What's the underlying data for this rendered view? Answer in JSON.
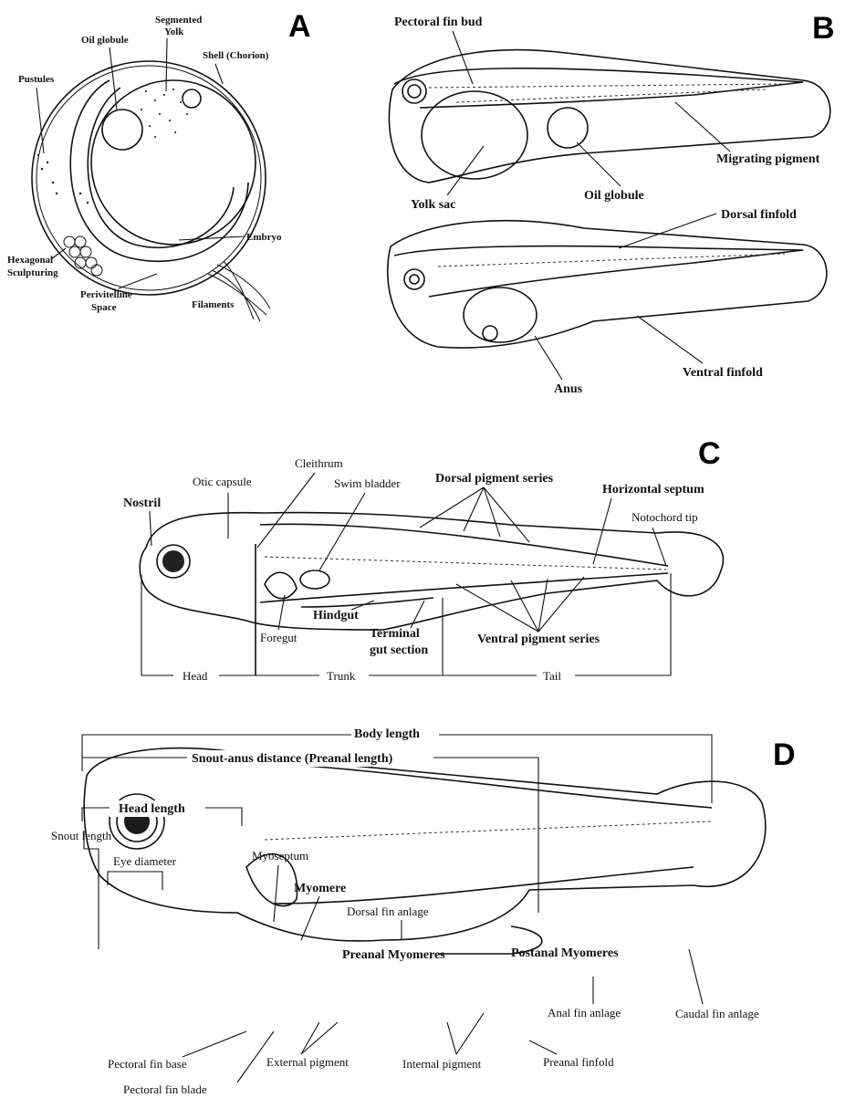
{
  "panels": [
    "A",
    "B",
    "C",
    "D"
  ],
  "panel_a": {
    "oil_globule": "Oil globule",
    "segmented_yolk_1": "Segmented",
    "segmented_yolk_2": "Yolk",
    "shell": "Shell (Chorion)",
    "pustules": "Pustules",
    "embryo": "Embryo",
    "hexagonal_1": "Hexagonal",
    "hexagonal_2": "Sculpturing",
    "perivitelline_1": "Perivitelline",
    "perivitelline_2": "Space",
    "filaments": "Filaments"
  },
  "panel_b": {
    "pectoral_fin_bud": "Pectoral fin bud",
    "migrating_pigment": "Migrating pigment",
    "yolk_sac": "Yolk sac",
    "oil_globule": "Oil globule",
    "dorsal_finfold": "Dorsal finfold",
    "ventral_finfold": "Ventral finfold",
    "anus": "Anus"
  },
  "panel_c": {
    "cleithrum": "Cleithrum",
    "otic_capsule": "Otic capsule",
    "swim_bladder": "Swim bladder",
    "dorsal_pigment_series": "Dorsal pigment series",
    "horizontal_septum": "Horizontal septum",
    "nostril": "Nostril",
    "notochord_tip": "Notochord tip",
    "hindgut": "Hindgut",
    "foregut": "Foregut",
    "terminal_gut_1": "Terminal",
    "terminal_gut_2": "gut section",
    "ventral_pigment_series": "Ventral pigment series",
    "head": "Head",
    "trunk": "Trunk",
    "tail": "Tail"
  },
  "panel_d": {
    "body_length": "Body length",
    "snout_anus": "Snout-anus distance (Preanal length)",
    "head_length": "Head length",
    "snout_length": "Snout length",
    "eye_diameter": "Eye diameter",
    "myoseptum": "Myoseptum",
    "myomere": "Myomere",
    "dorsal_fin_anlage": "Dorsal fin anlage",
    "preanal_myomeres": "Preanal Myomeres",
    "postanal_myomeres": "Postanal Myomeres",
    "anal_fin_anlage": "Anal fin anlage",
    "caudal_fin_anlage": "Caudal fin anlage",
    "pectoral_fin_base": "Pectoral fin base",
    "external_pigment": "External pigment",
    "internal_pigment": "Internal pigment",
    "preanal_finfold": "Preanal finfold",
    "pectoral_fin_blade": "Pectoral fin blade"
  }
}
